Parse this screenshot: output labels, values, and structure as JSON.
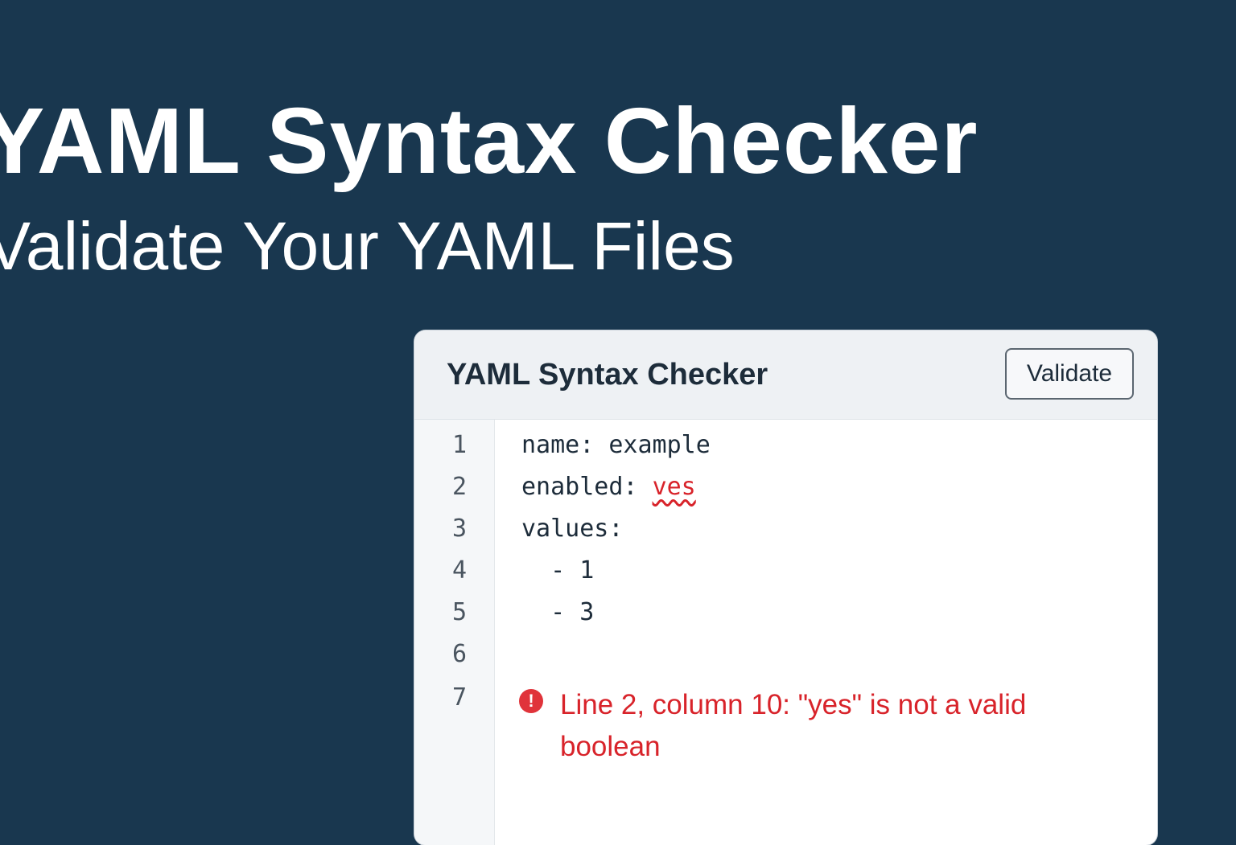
{
  "hero": {
    "title": "YAML Syntax Checker",
    "subtitle": "Validate Your YAML Files"
  },
  "card": {
    "title": "YAML Syntax Checker",
    "validate_label": "Validate",
    "line_numbers": [
      "1",
      "2",
      "3",
      "4",
      "5",
      "6",
      "7"
    ],
    "lines": [
      {
        "key": "name:",
        "value": " example"
      },
      {
        "key": "enabled:",
        "value": " ",
        "error_value": "ves"
      },
      {
        "key": "values:",
        "value": ""
      },
      {
        "key": "  - 1",
        "value": ""
      },
      {
        "key": "  - 3",
        "value": ""
      }
    ],
    "error": {
      "icon": "exclamation-circle-icon",
      "message": "Line 2, column 10:  \"yes\" is not a valid boolean"
    }
  },
  "colors": {
    "background": "#19374f",
    "error": "#d8232a"
  }
}
